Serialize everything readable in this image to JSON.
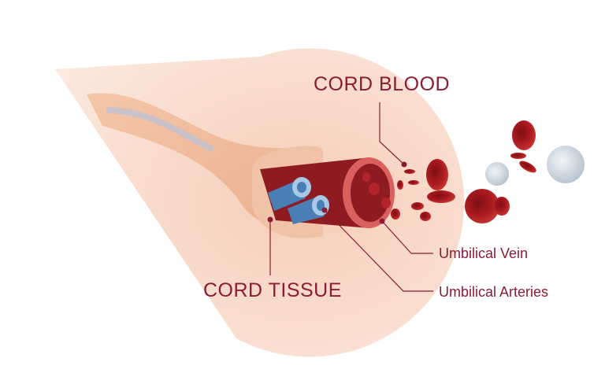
{
  "labels": {
    "cord_blood": "CORD BLOOD",
    "cord_tissue": "CORD TISSUE",
    "umbilical_vein": "Umbilical Vein",
    "umbilical_arteries": "Umbilical Arteries"
  },
  "colors": {
    "label": "#8a1c35",
    "background_shape": "#f8d9c8",
    "vein": "#9c1e25",
    "artery": "#4a7fb5",
    "red_cell": "#a8191f",
    "white_cell": "#d8e0e8"
  }
}
